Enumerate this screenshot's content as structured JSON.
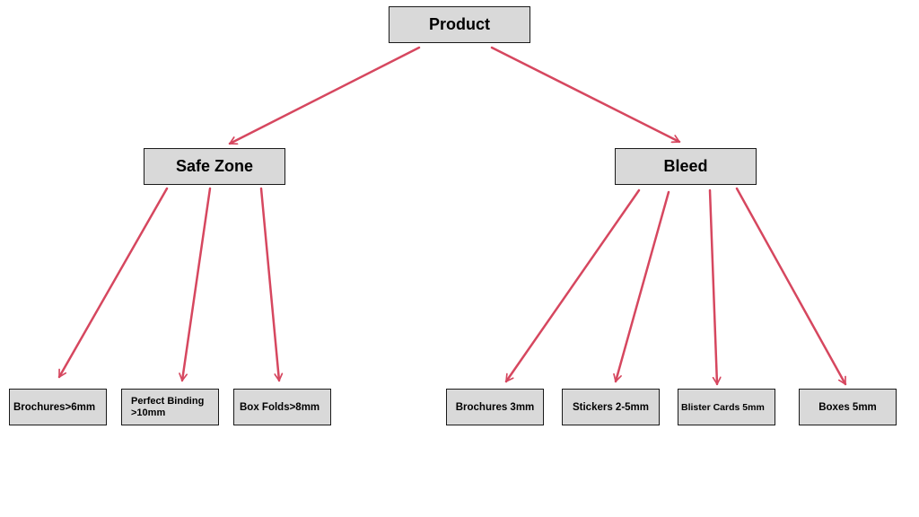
{
  "diagram": {
    "root": {
      "label": "Product"
    },
    "branches": [
      {
        "label": "Safe Zone",
        "children": [
          {
            "label": "Brochures>6mm"
          },
          {
            "label": "Perfect Binding\n>10mm"
          },
          {
            "label": "Box Folds>8mm"
          }
        ]
      },
      {
        "label": "Bleed",
        "children": [
          {
            "label": "Brochures 3mm"
          },
          {
            "label": "Stickers 2-5mm"
          },
          {
            "label": "Blister Cards 5mm"
          },
          {
            "label": "Boxes 5mm"
          }
        ]
      }
    ],
    "colors": {
      "arrow": "#d6475f",
      "node_fill": "#d9d9d9",
      "node_border": "#1a1a1a"
    }
  }
}
